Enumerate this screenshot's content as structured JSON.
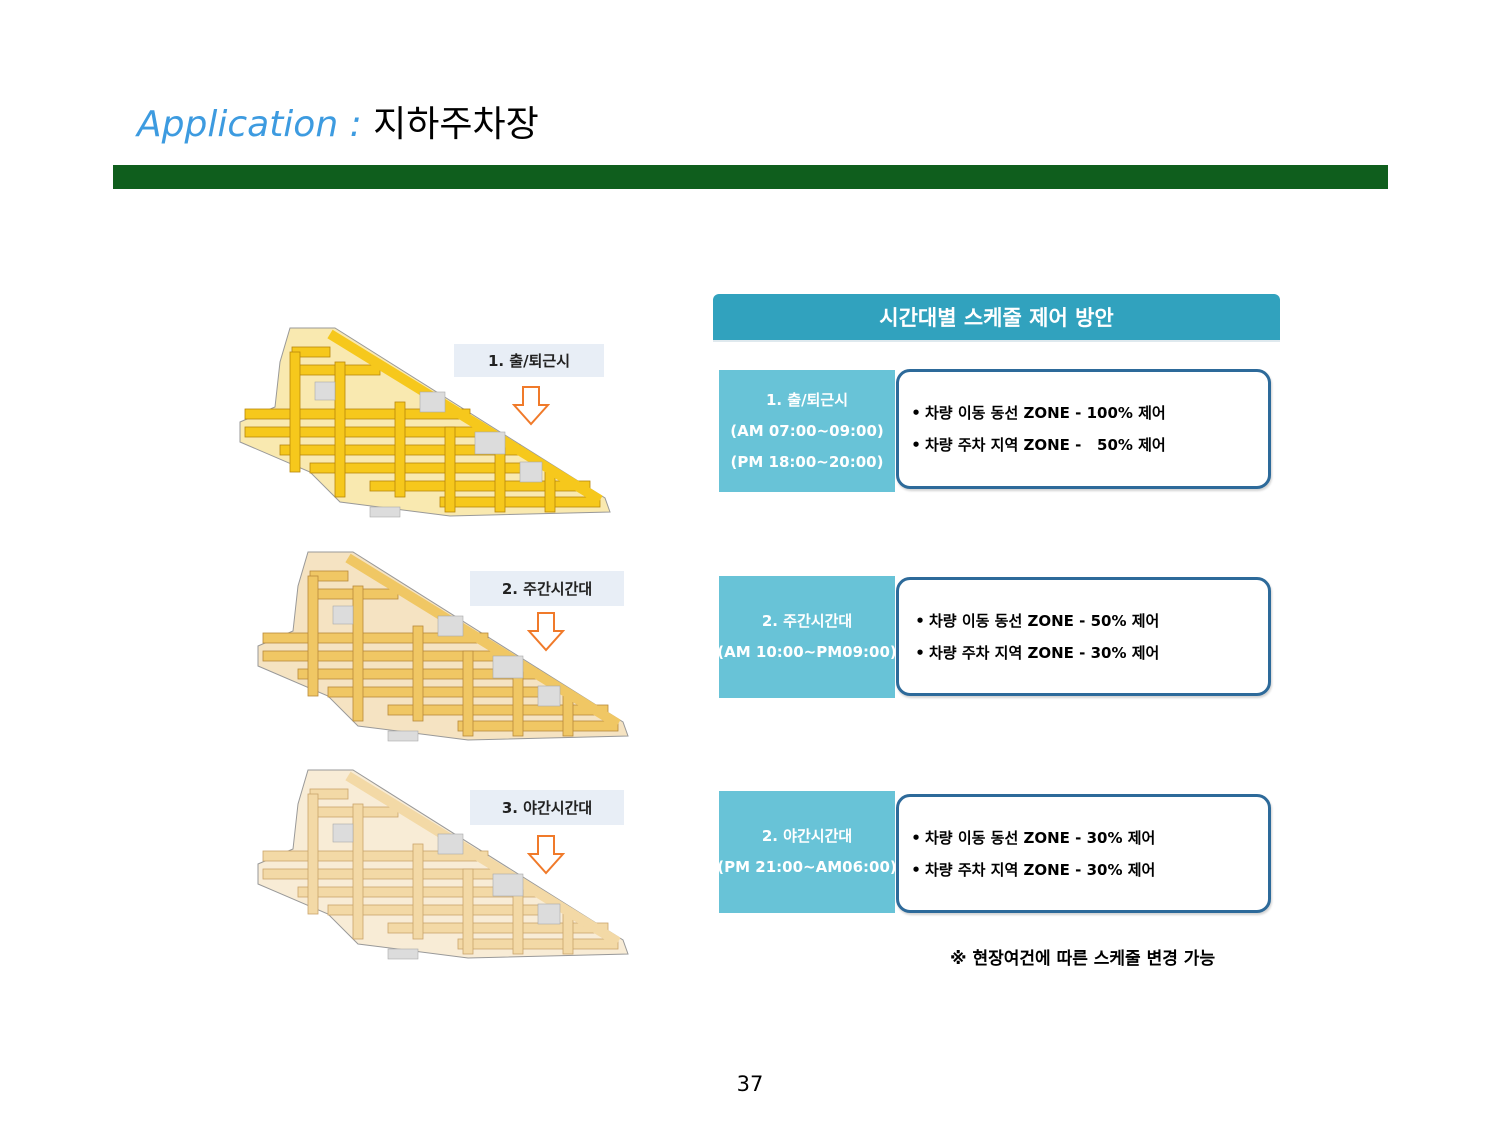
{
  "header": {
    "title_accent": "Application : ",
    "title_main": "지하주차장"
  },
  "colors": {
    "accent": "#3d9be0",
    "green_bar": "#0f5e1d",
    "header_bar": "#31a2be",
    "time_box": "#68c3d7",
    "detail_border": "#2d6a9a",
    "arrow": "#f07a2a"
  },
  "plans": [
    {
      "tag": "1. 출/퇴근시",
      "level": "bright"
    },
    {
      "tag": "2. 주간시간대",
      "level": "medium"
    },
    {
      "tag": "3. 야간시간대",
      "level": "dim"
    }
  ],
  "schedule": {
    "heading": "시간대별 스케줄 제어 방안",
    "items": [
      {
        "time_lines": [
          "1.  출/퇴근시",
          "(AM 07:00~09:00)",
          "(PM 18:00~20:00)"
        ],
        "details": [
          "차량 이동 동선 ZONE - 100% 제어",
          "차량 주차 지역 ZONE -   50% 제어"
        ]
      },
      {
        "time_lines": [
          "2. 주간시간대",
          "(AM 10:00~PM09:00)"
        ],
        "details": [
          "차량 이동 동선 ZONE - 50% 제어",
          "차량 주차 지역 ZONE - 30% 제어"
        ]
      },
      {
        "time_lines": [
          "2. 야간시간대",
          "(PM 21:00~AM06:00)"
        ],
        "details": [
          "차량 이동 동선 ZONE - 30% 제어",
          "차량 주차 지역 ZONE - 30% 제어"
        ]
      }
    ]
  },
  "note": "※ 현장여건에 따른 스케줄 변경 가능",
  "page_number": "37"
}
